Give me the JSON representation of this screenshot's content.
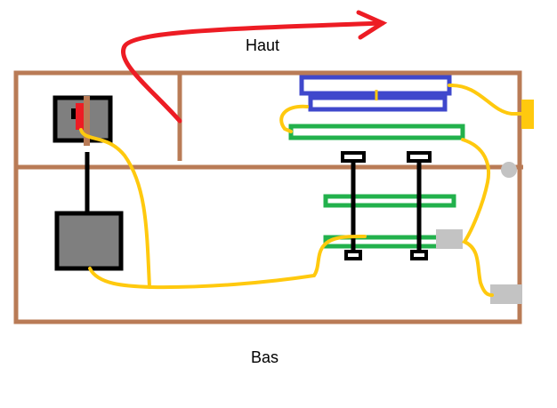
{
  "labels": {
    "top": "Haut",
    "bottom": "Bas"
  },
  "colors": {
    "frame": "#b97b56",
    "arrow": "#ed1c24",
    "wire": "#ffc90e",
    "blue_board": "#3f48cc",
    "green_board": "#22b14c",
    "black": "#000000",
    "grey_box": "#7f7f7f",
    "light_grey": "#c3c3c3"
  },
  "components": [
    {
      "id": "switch-top-left",
      "kind": "switch-box"
    },
    {
      "id": "grey-box-bottom-left",
      "kind": "box"
    },
    {
      "id": "blue-board-upper",
      "kind": "blue-board"
    },
    {
      "id": "blue-board-lower",
      "kind": "blue-board"
    },
    {
      "id": "green-board-top",
      "kind": "green-board"
    },
    {
      "id": "green-board-middle",
      "kind": "green-board"
    },
    {
      "id": "green-board-bottom",
      "kind": "green-board"
    },
    {
      "id": "rod-left",
      "kind": "rod"
    },
    {
      "id": "rod-right",
      "kind": "rod"
    },
    {
      "id": "yellow-connector-right",
      "kind": "connector"
    },
    {
      "id": "grey-circle-right",
      "kind": "hinge"
    },
    {
      "id": "grey-block-middle",
      "kind": "block"
    },
    {
      "id": "grey-block-bottom-right",
      "kind": "block"
    }
  ]
}
